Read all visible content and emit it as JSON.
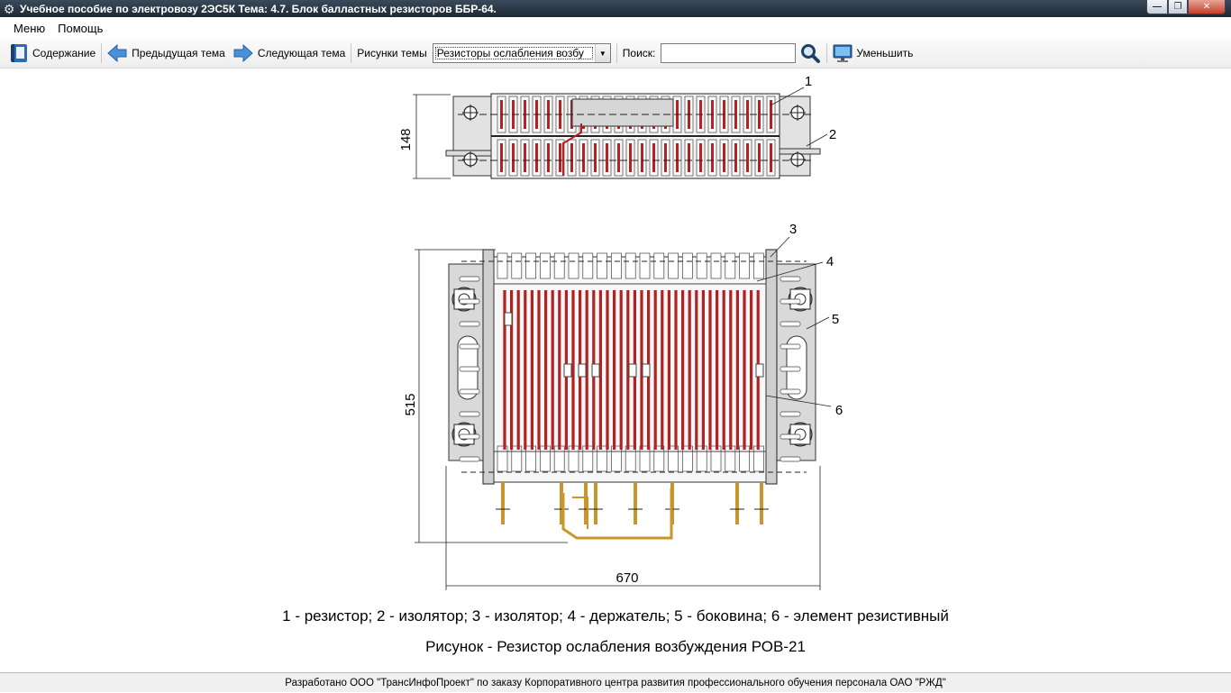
{
  "window": {
    "title": "Учебное пособие по электровозу 2ЭС5К Тема: 4.7. Блок балластных резисторов ББР-64.",
    "minimize_label": "—",
    "maximize_label": "❐",
    "close_label": "✕"
  },
  "menu": {
    "items": [
      "Меню",
      "Помощь"
    ]
  },
  "toolbar": {
    "contents_label": "Содержание",
    "prev_label": "Предыдущая тема",
    "next_label": "Следующая тема",
    "figures_label": "Рисунки темы",
    "figures_selected": "Резисторы ослабления возбу",
    "search_label": "Поиск:",
    "search_value": "",
    "zoom_label": "Уменьшить"
  },
  "figure": {
    "callouts": [
      "1",
      "2",
      "3",
      "4",
      "5",
      "6"
    ],
    "dim_top_height": "148",
    "dim_height": "515",
    "dim_width": "670",
    "legend": "1 - резистор; 2 - изолятор; 3 - изолятор; 4 - держатель; 5 - боковина; 6 - элемент резистивный",
    "caption": "Рисунок - Резистор ослабления возбуждения РОВ-21"
  },
  "status": {
    "text": "Разработано ООО \"ТрансИнфоПроект\" по заказу Корпоративного центра развития профессионального обучения персонала ОАО \"РЖД\""
  },
  "colors": {
    "resistor_red": "#b22222",
    "terminal_gold": "#c8962a"
  }
}
